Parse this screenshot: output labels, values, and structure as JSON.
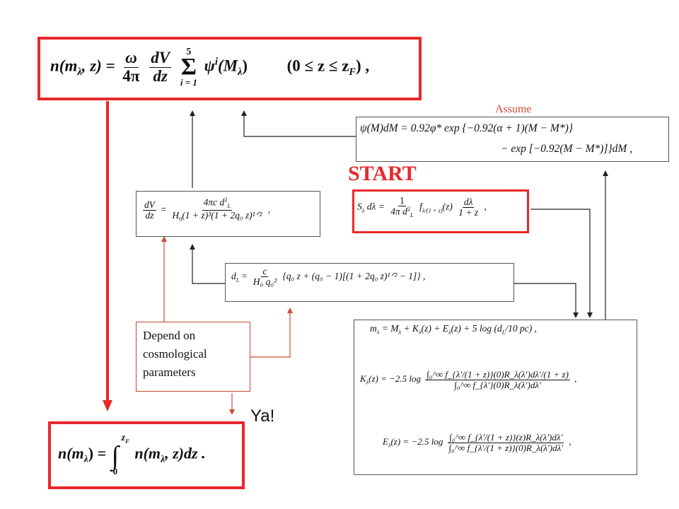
{
  "colors": {
    "accent_red": "#e8282b",
    "arrow_dark": "#222222",
    "arrow_red": "#d24a35",
    "label_red": "#d24a35",
    "start_red": "#e8282b"
  },
  "labels": {
    "assume": "Assume",
    "start": "START",
    "depend_line1": "Depend on",
    "depend_line2": "cosmological",
    "depend_line3": "parameters",
    "ya": "Ya!"
  },
  "equations": {
    "n_mz": {
      "lhs": "n(m",
      "lhs_sub": "λ",
      "lhs_tail": ", z) =",
      "omega": "ω",
      "four_pi": "4π",
      "dV": "dV",
      "dz": "dz",
      "sum_top": "5",
      "sum_sym": "Σ",
      "sum_bottom": "i = 1",
      "psi": "ψ",
      "psi_sup": "i",
      "psi_arg": "(M",
      "psi_arg_sub": "λ",
      "psi_close": ")",
      "range": "(0 ≤ z ≤ z",
      "range_sub": "F",
      "range_close": ") ,"
    },
    "psi_mdm": {
      "line1": "ψ(M)dM = 0.92φ* exp {−0.92(α + 1)(M − M*)}",
      "line2": "− exp [−0.92(M − M*)]}dM ,"
    },
    "dV_dz": {
      "lhs_num": "dV",
      "lhs_den": "dz",
      "eq": "=",
      "num": "4πc d",
      "num_sub": "L",
      "num_sup": "2",
      "den": "H",
      "den_sub": "0",
      "den_tail": "(1 + z)³(1 + 2q₀ z)¹ᐟ²",
      "tail": ","
    },
    "S_lambda": {
      "lhs": "S",
      "lhs_sub": "λ",
      "lhs_tail": " dλ =",
      "one": "1",
      "four_pi": "4π d",
      "four_pi_sub": "L",
      "four_pi_sup": "2",
      "f": "f",
      "f_sub": "λ/(1 + z)",
      "f_arg": "(z)",
      "dl": "dλ",
      "one_z": "1 + z",
      "tail": ","
    },
    "d_L": {
      "lhs": "d",
      "lhs_sub": "L",
      "eq": "=",
      "c": "c",
      "den": "H₀ q₀²",
      "body": "{q₀ z + (q₀ − 1)[(1 + 2q₀ z)¹ᐟ² − 1]} ,"
    },
    "m_lambda": {
      "line": "m",
      "line_sub": "λ",
      "line_rest": " = M",
      "line_rest_sub": "λ",
      "line_rest2": " + K",
      "line_rest2_sub": "λ",
      "line_rest3": "(z) + E",
      "line_rest3_sub": "λ",
      "line_rest4": "(z) + 5 log (d",
      "line_rest4_sub": "L",
      "line_rest5": "/10 pc) ,"
    },
    "K_lambda": {
      "lhs": "K",
      "lhs_sub": "λ",
      "lhs_tail": "(z) = −2.5 log",
      "num": "∫₀^∞ f_{λ′/(1 + z)}(0)R_λ(λ′)dλ′/(1 + z)",
      "den": "∫₀^∞ f_{λ′}(0)R_λ(λ′)dλ′",
      "tail": ","
    },
    "E_lambda": {
      "lhs": "E",
      "lhs_sub": "λ",
      "lhs_tail": "(z) = −2.5 log",
      "num": "∫₀^∞ f_{λ′/(1 + z)}(z)R_λ(λ′)dλ′",
      "den": "∫₀^∞ f_{λ′/(1 + z)}(0)R_λ(λ′)dλ′",
      "tail": ","
    },
    "n_m": {
      "lhs": "n(m",
      "lhs_sub": "λ",
      "lhs_tail": ") =",
      "int_top": "z",
      "int_top_sub": "F",
      "int_sym": "∫",
      "int_bottom": "0",
      "body": "n(m",
      "body_sub": "λ",
      "body_tail": ", z)dz ."
    }
  }
}
